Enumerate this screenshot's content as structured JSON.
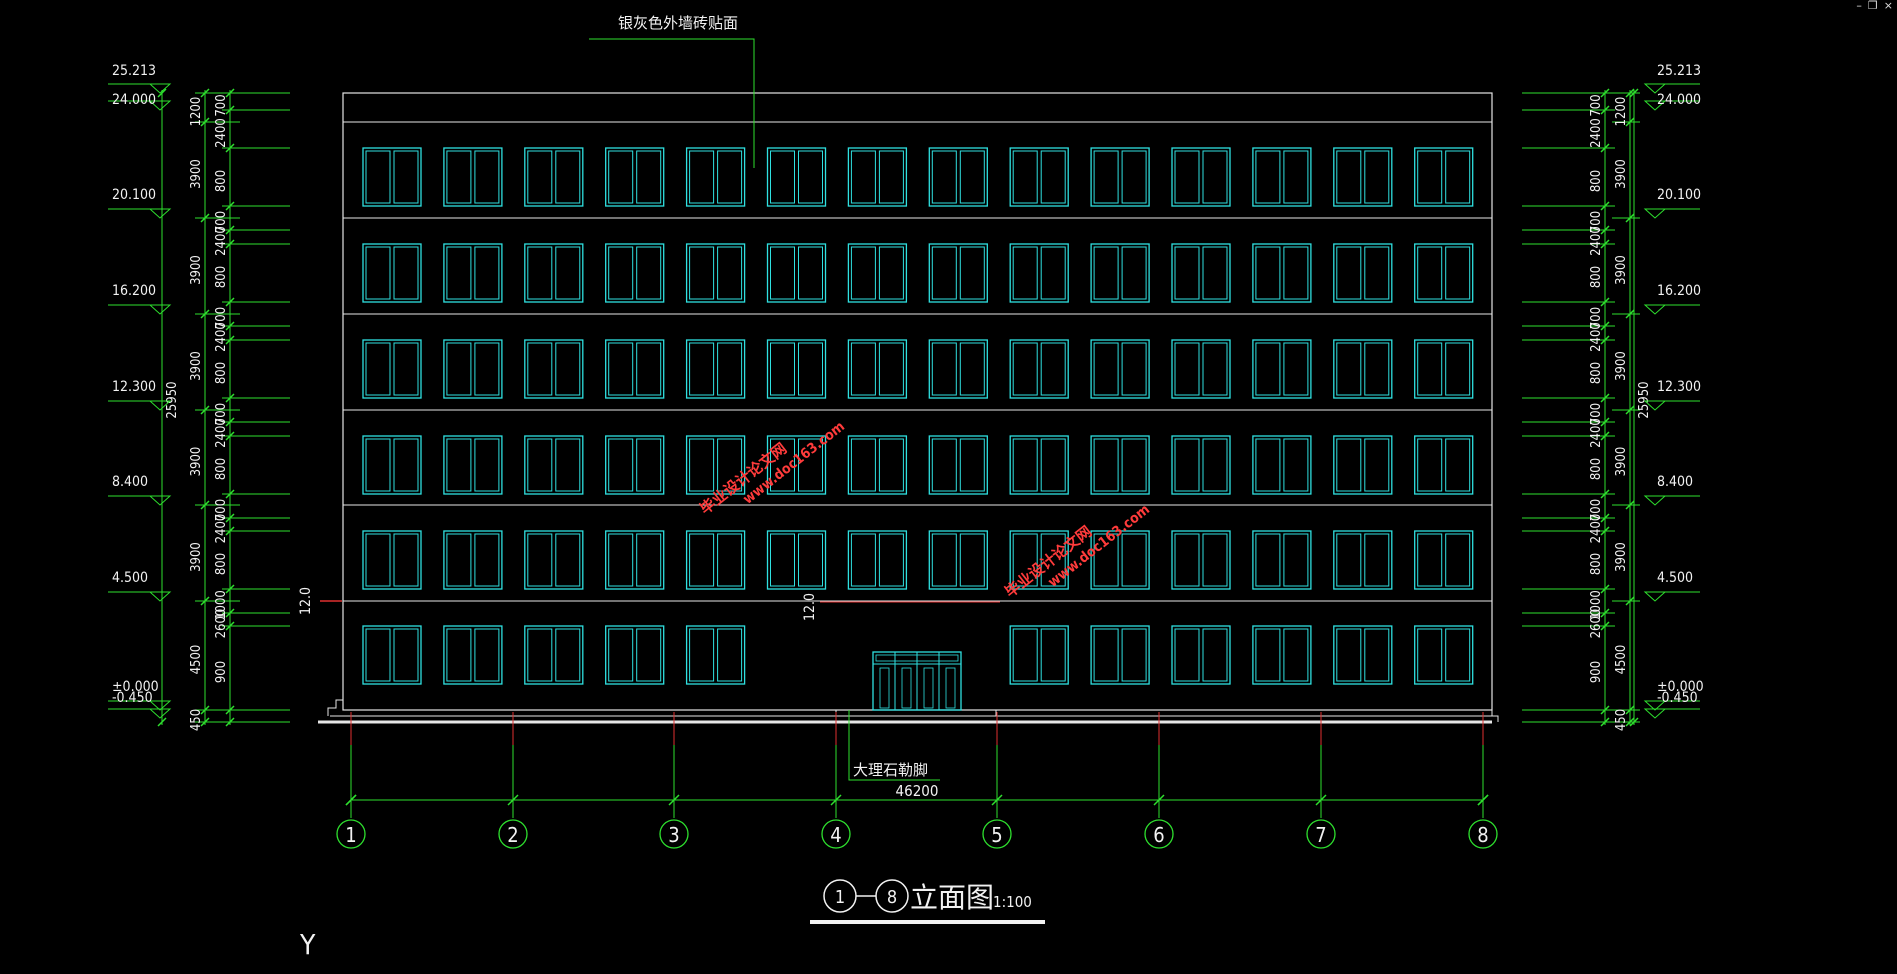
{
  "window_controls": {
    "minimize": "–",
    "restore": "❐",
    "close": "×"
  },
  "drawing": {
    "title_axis_start": "1",
    "title_axis_end": "8",
    "title_text": "立面图",
    "scale": "1:100",
    "top_annotation": "银灰色外墙砖贴面",
    "plinth_annotation": "大理石勒脚",
    "total_width": "46200",
    "total_height": "25950",
    "level_mark_left": "12.0",
    "level_mark_mid": "12.0",
    "ucs_label": "Y",
    "watermark_text": "毕业设计论文网",
    "watermark_url": "www.doc163.com",
    "axis_labels": [
      "1",
      "2",
      "3",
      "4",
      "5",
      "6",
      "7",
      "8"
    ],
    "elevations": [
      "25.213",
      "24.000",
      "20.100",
      "16.200",
      "12.300",
      "8.400",
      "4.500",
      "±0.000",
      "-0.450"
    ],
    "storey_dims": [
      "1200",
      "3900",
      "3900",
      "3900",
      "3900",
      "3900",
      "4500",
      "450"
    ],
    "opening_dims_left": [
      "700",
      "2400",
      "800",
      "700",
      "2400",
      "800",
      "700",
      "2400",
      "800",
      "700",
      "2400",
      "800",
      "700",
      "2400",
      "800",
      "1000",
      "2600",
      "900"
    ],
    "opening_dims_right": [
      "700",
      "2400",
      "800",
      "700",
      "2400",
      "800",
      "700",
      "2400",
      "800",
      "700",
      "2400",
      "800",
      "700",
      "2400",
      "800",
      "1000",
      "2600",
      "900"
    ]
  },
  "colors": {
    "background": "#000000",
    "outline": "#e6e6e6",
    "window": "#2fe0e0",
    "dimension": "#2ee02e",
    "axis": "#e03030",
    "watermark": "#ff3b3b",
    "text": "#f2f2f2"
  }
}
